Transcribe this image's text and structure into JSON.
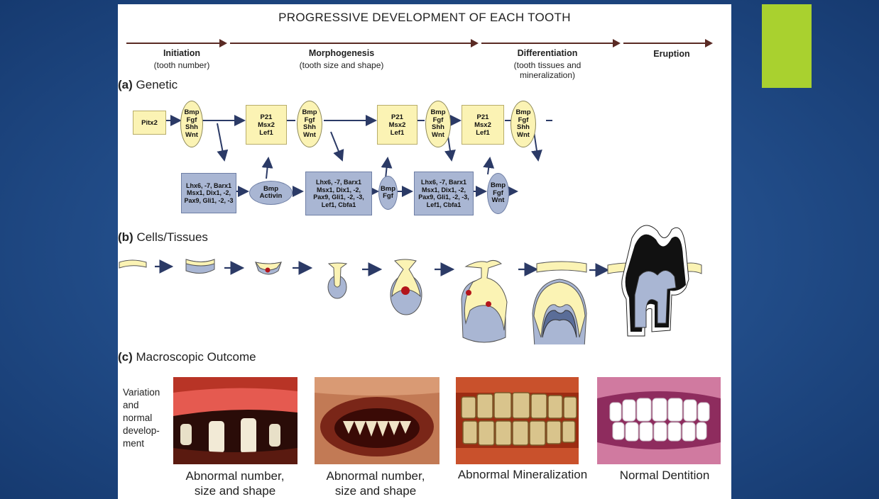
{
  "title": "PROGRESSIVE DEVELOPMENT OF EACH TOOTH",
  "stages": [
    {
      "name": "Initiation",
      "sub": "(tooth number)"
    },
    {
      "name": "Morphogenesis",
      "sub": "(tooth size and shape)"
    },
    {
      "name": "Differentiation",
      "sub": "(tooth tissues and\nmineralization)"
    },
    {
      "name": "Eruption",
      "sub": ""
    }
  ],
  "sections": {
    "a_letter": "(a)",
    "a_label": "Genetic",
    "b_letter": "(b)",
    "b_label": "Cells/Tissues",
    "c_letter": "(c)",
    "c_label": "Macroscopic Outcome"
  },
  "genetic": {
    "pitx2": "Pitx2",
    "signal_1": "Bmp\nFgf\nShh\nWnt",
    "tf_1": "P21\nMsx2\nLef1",
    "signal_2": "Bmp\nFgf\nShh\nWnt",
    "tf_2": "P21\nMsx2\nLef1",
    "signal_3": "Bmp\nFgf\nShh\nWnt",
    "tf_3": "P21\nMsx2\nLef1",
    "signal_4": "Bmp\nFgf\nShh\nWnt",
    "mes_1": "Lhx6, -7, Barx1\nMsx1, Dix1, -2,\nPax9, Gli1, -2, -3",
    "mes_sig_1": "Bmp\nActivin",
    "mes_2": "Lhx6, -7, Barx1\nMsx1, Dix1, -2,\nPax9, Gli1, -2, -3,\nLef1, Cbfa1",
    "mes_sig_2": "Bmp\nFgf",
    "mes_3": "Lhx6, -7, Barx1\nMsx1, Dix1, -2,\nPax9, Gli1, -2, -3,\nLef1, Cbfa1",
    "mes_sig_3": "Bmp\nFgf\nWnt"
  },
  "outcome": {
    "side_label": "Variation\nand\nnormal\ndevelop-\nment",
    "captions": [
      "Abnormal number,\nsize and shape",
      "Abnormal number,\nsize and shape",
      "Abnormal Mineralization",
      "Normal Dentition"
    ]
  },
  "colors": {
    "slide_bg": "#1d4477",
    "accent": "#a9d12f",
    "epithelium": "#fbf3b4",
    "mesenchyme": "#a9b6d3",
    "arrow": "#2b3a66",
    "stage_arrow": "#5a2a24",
    "enamel_knot": "#b3151b"
  }
}
